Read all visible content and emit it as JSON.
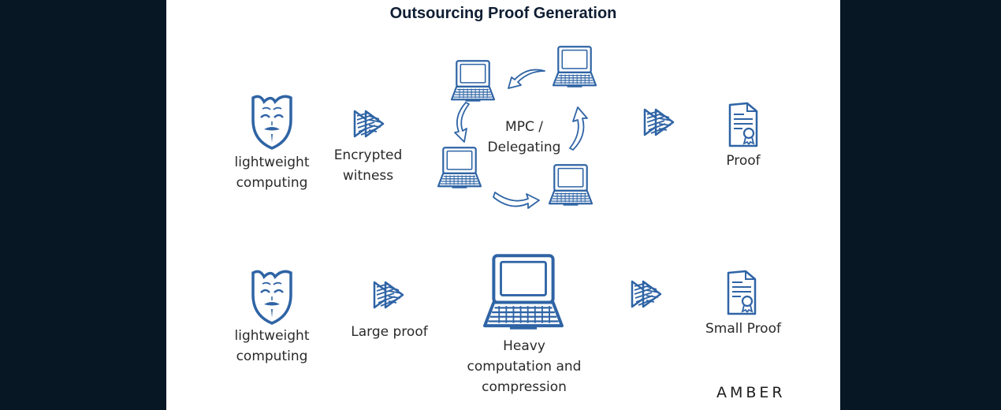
{
  "title": "Outsourcing Proof Generation",
  "row1": {
    "client_label": "lightweight\ncomputing",
    "input_label": "Encrypted\nwitness",
    "process_label": "MPC /\nDelegating",
    "output_label": "Proof"
  },
  "row2": {
    "client_label": "lightweight\ncomputing",
    "input_label": "Large proof",
    "process_label": "Heavy\ncomputation and\ncompression",
    "output_label": "Small Proof"
  },
  "logo_text": "AMBER",
  "colors": {
    "accent": "#2f64a5",
    "background": "#071724",
    "card": "#ffffff"
  },
  "icons": [
    "mask-icon",
    "arrow-icon",
    "laptop-icon",
    "certificate-icon",
    "curved-arrow-icon"
  ]
}
